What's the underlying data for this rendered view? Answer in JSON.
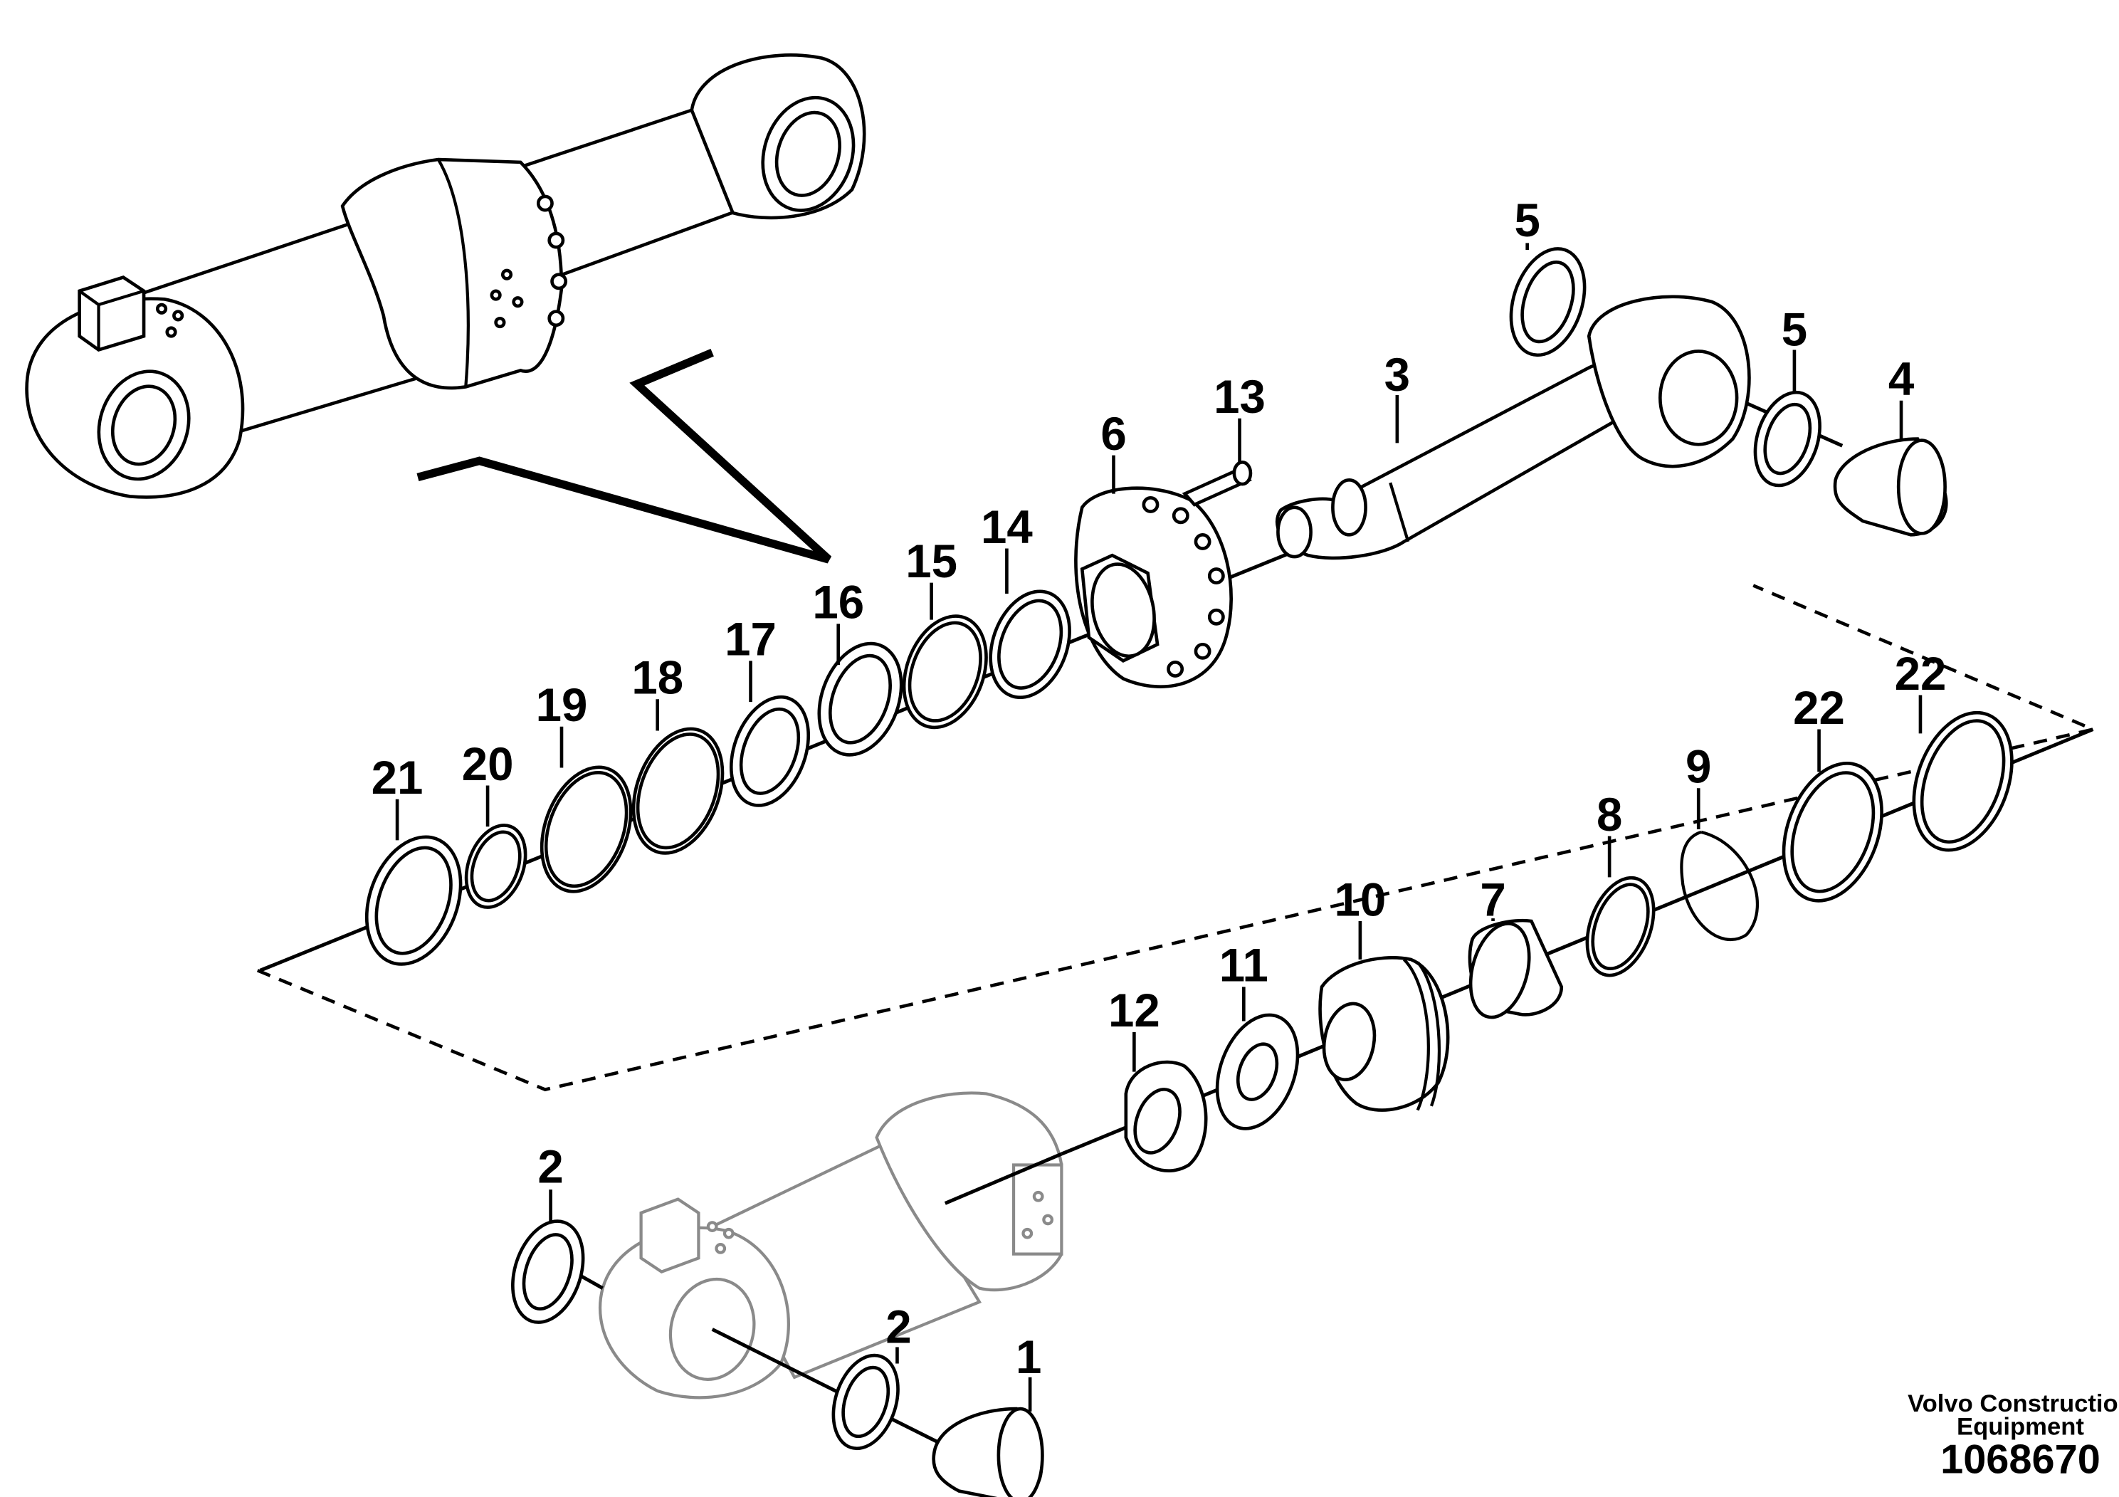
{
  "diagram": {
    "callouts": [
      {
        "id": "c1",
        "label": "1"
      },
      {
        "id": "c2a",
        "label": "2"
      },
      {
        "id": "c2b",
        "label": "2"
      },
      {
        "id": "c3",
        "label": "3"
      },
      {
        "id": "c4",
        "label": "4"
      },
      {
        "id": "c5a",
        "label": "5"
      },
      {
        "id": "c5b",
        "label": "5"
      },
      {
        "id": "c6",
        "label": "6"
      },
      {
        "id": "c7",
        "label": "7"
      },
      {
        "id": "c8",
        "label": "8"
      },
      {
        "id": "c9",
        "label": "9"
      },
      {
        "id": "c10",
        "label": "10"
      },
      {
        "id": "c11",
        "label": "11"
      },
      {
        "id": "c12",
        "label": "12"
      },
      {
        "id": "c13",
        "label": "13"
      },
      {
        "id": "c14",
        "label": "14"
      },
      {
        "id": "c15",
        "label": "15"
      },
      {
        "id": "c16",
        "label": "16"
      },
      {
        "id": "c17",
        "label": "17"
      },
      {
        "id": "c18",
        "label": "18"
      },
      {
        "id": "c19",
        "label": "19"
      },
      {
        "id": "c20",
        "label": "20"
      },
      {
        "id": "c21",
        "label": "21"
      },
      {
        "id": "c22a",
        "label": "22"
      },
      {
        "id": "c22b",
        "label": "22"
      }
    ],
    "footer": {
      "company_line1": "Volvo Construction",
      "company_line2": "Equipment",
      "drawing_number": "1068670"
    }
  }
}
